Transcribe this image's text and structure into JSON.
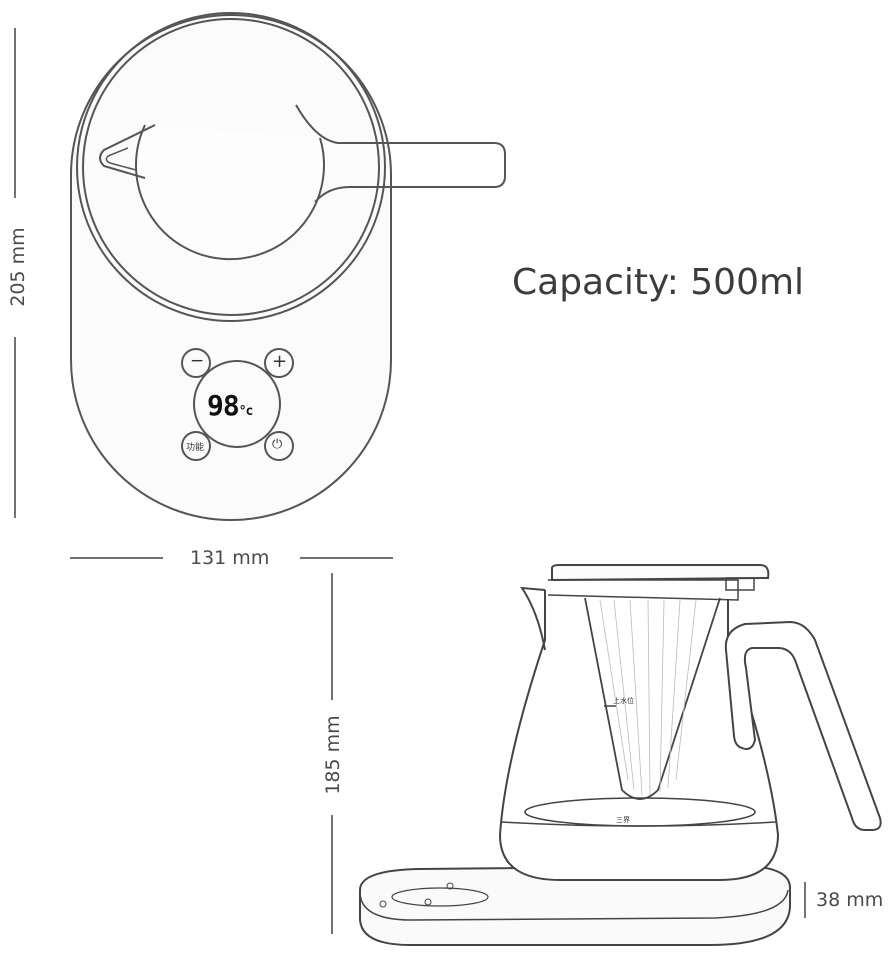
{
  "capacity_text": "Capacity: 500ml",
  "dimensions": {
    "top_height": "205 mm",
    "top_width": "131 mm",
    "side_height": "185 mm",
    "base_height": "38 mm"
  },
  "control_panel": {
    "display_value": "98",
    "display_unit": "°c",
    "minus_symbol": "−",
    "plus_symbol": "+",
    "function_label": "功能",
    "power_symbol": "⏻"
  },
  "kettle_markings": {
    "level_mark": "上水位",
    "brand_mark": "三界"
  }
}
